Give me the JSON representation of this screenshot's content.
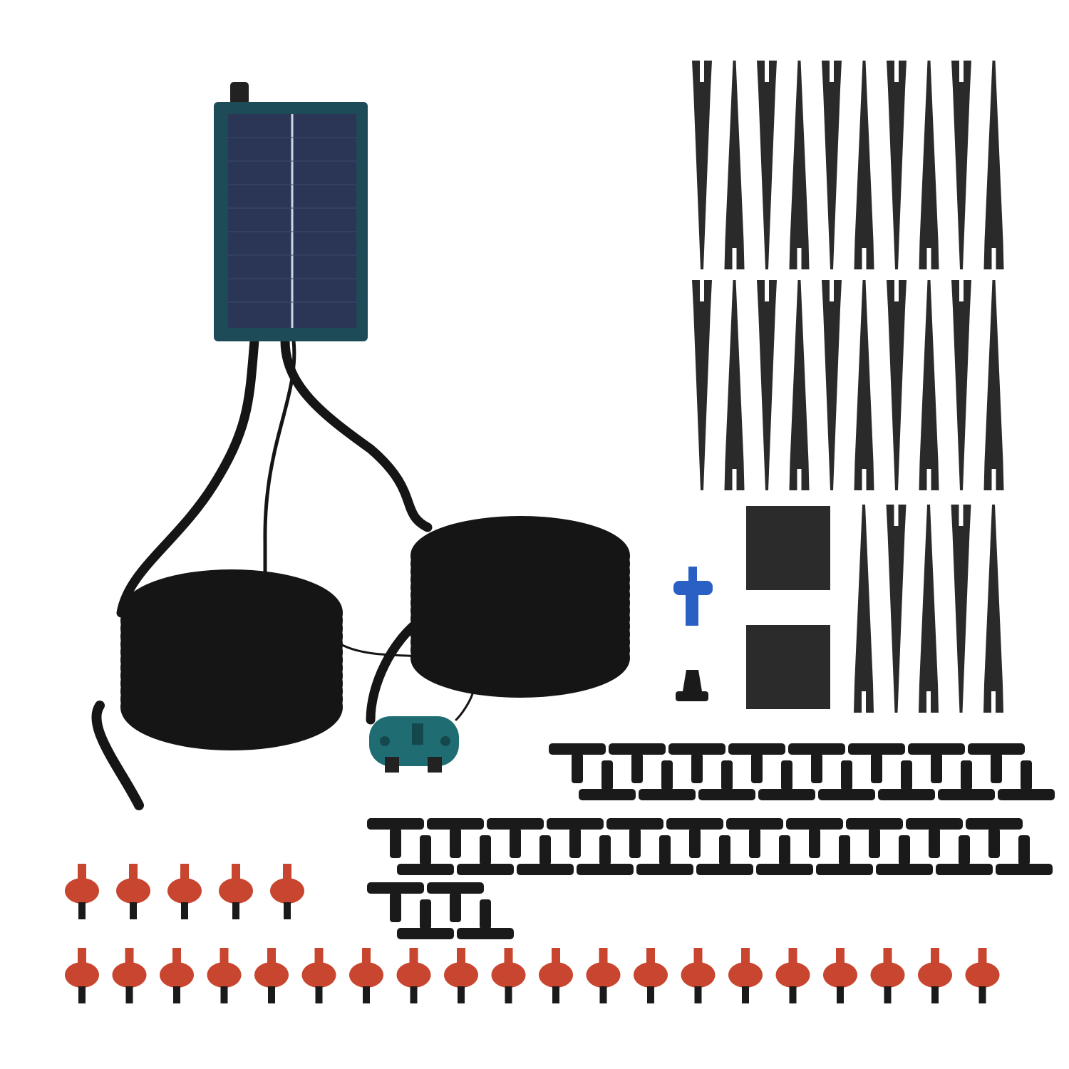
{
  "product": {
    "stakes_count": 25,
    "t_connectors_count": 42,
    "drippers_count": 25,
    "filter_sponges_count": 2
  },
  "colors": {
    "panel_housing": "#1d4c58",
    "panel_cells": "#2b3656",
    "pump": "#1f6d72",
    "tubing": "#151515",
    "stake": "#2a2a2a",
    "dripper_red": "#c8452f",
    "check_valve": "#2a5fc4",
    "sponge": "#2b2b2b"
  }
}
